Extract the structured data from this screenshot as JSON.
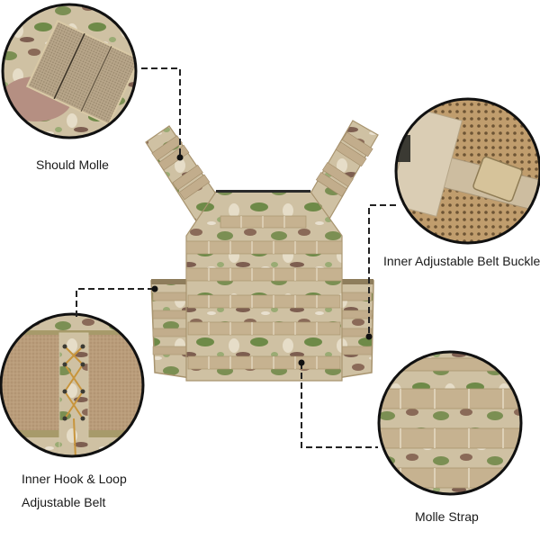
{
  "product": {
    "name": "Plate Carrier Vest",
    "pattern": "multicam-camouflage",
    "colors": {
      "base_tan": "#c9b99a",
      "webbing": "#c2ad8c",
      "camo_green": "#6f8a4a",
      "camo_brown": "#7a5a4a",
      "camo_light": "#ddd3bd",
      "mesh_tan": "#b89566",
      "buckle_tan": "#d6c39a",
      "velcro_tan": "#b79a78",
      "outline_black": "#111111",
      "line_dash": "#222222"
    }
  },
  "callouts": [
    {
      "id": "shoulder-molle",
      "label": "Should Molle"
    },
    {
      "id": "inner-belt-buckle",
      "label": "Inner Adjustable Belt Buckle"
    },
    {
      "id": "hook-loop-belt",
      "label_line1": "Inner Hook & Loop",
      "label_line2": "Adjustable Belt"
    },
    {
      "id": "molle-strap",
      "label": "Molle Strap"
    }
  ]
}
